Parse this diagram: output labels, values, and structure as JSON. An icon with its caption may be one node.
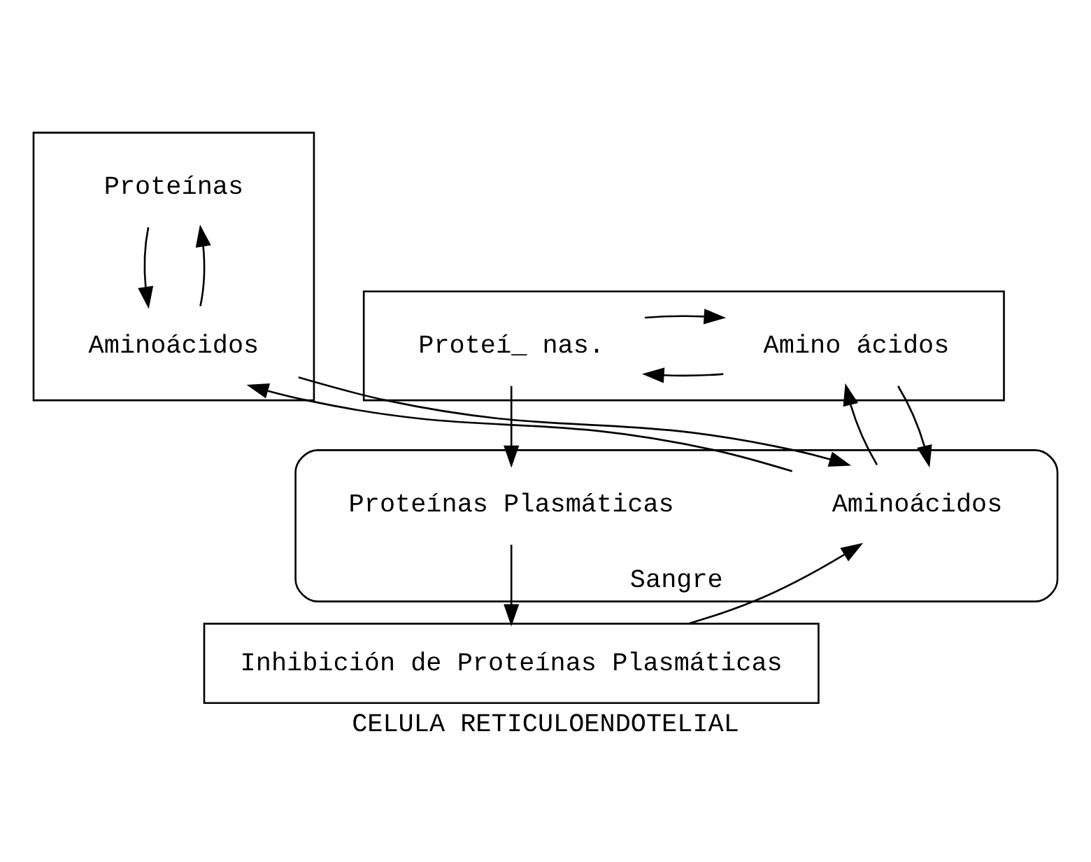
{
  "diagram": {
    "caption": "CELULA RETICULOENDOTELIAL",
    "nodes": [
      {
        "text": [],
        "shape": "box"
      },
      {
        "text": [
          "Proteínas"
        ],
        "in": 0
      },
      {
        "text": [
          "Aminoácidos"
        ],
        "in": 0
      },
      {
        "text": [],
        "shape": "box"
      },
      {
        "text": [
          "Amino ácidos"
        ],
        "in": 3
      },
      {
        "text": [
          "Proteí_ nas."
        ],
        "in": 3
      },
      {
        "text": [
          "Sangre"
        ]
      },
      {
        "text": [
          "Aminoácidos"
        ],
        "in": 6
      },
      {
        "text": [
          "Proteínas Plasmáticas"
        ],
        "in": 6
      },
      {
        "text": [
          "Inhibición de Proteínas Plasmáticas"
        ]
      }
    ],
    "edges": [
      {
        "from": 1,
        "to": 2,
        "arrow": "to"
      },
      {
        "from": 2,
        "to": 1,
        "arrow": "to"
      },
      {
        "from": 7,
        "to": 2,
        "arrow": "to"
      },
      {
        "from": 2,
        "to": 7,
        "arrow": "to"
      },
      {
        "from": 7,
        "to": 4,
        "arrow": "to"
      },
      {
        "from": 4,
        "to": 7,
        "arrow": "to"
      },
      {
        "from": 4,
        "to": 5,
        "arrow": "to"
      },
      {
        "from": 5,
        "to": 4,
        "arrow": "to"
      },
      {
        "from": 5,
        "to": 8,
        "arrow": "to"
      },
      {
        "from": 8,
        "to": 9,
        "arrow": "to"
      },
      {
        "from": 9,
        "to": 7,
        "arrow": "to"
      }
    ]
  }
}
